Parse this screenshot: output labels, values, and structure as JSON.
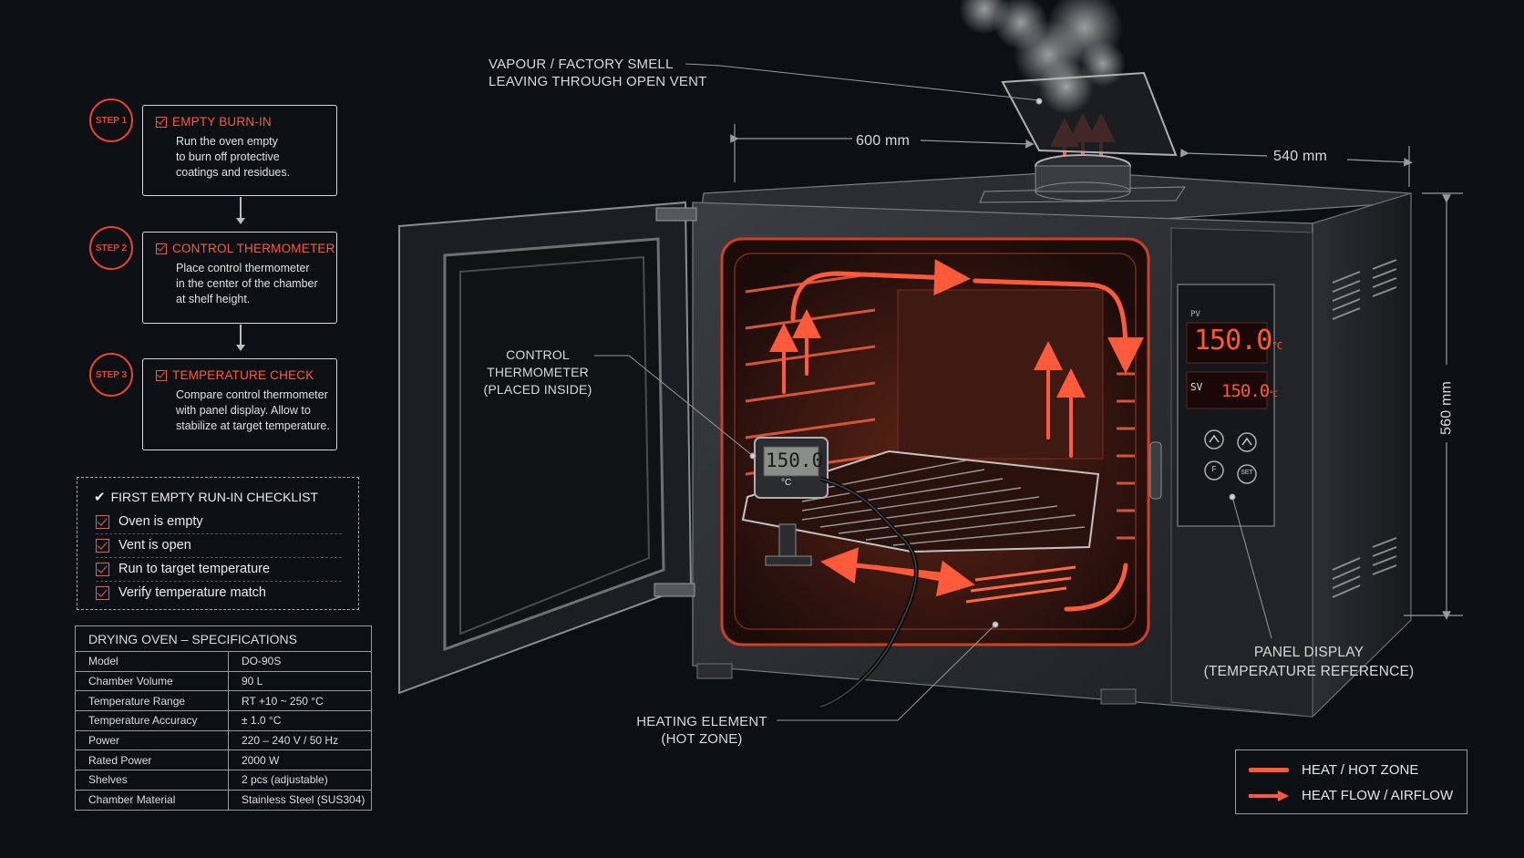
{
  "steps": [
    {
      "badge": "STEP 1",
      "title": "EMPTY BURN-IN",
      "desc": "Run the oven empty\nto burn off protective\ncoatings and residues."
    },
    {
      "badge": "STEP 2",
      "title": "CONTROL THERMOMETER",
      "desc": "Place control thermometer\nin the center of the chamber\nat shelf height."
    },
    {
      "badge": "STEP 3",
      "title": "TEMPERATURE CHECK",
      "desc": "Compare control thermometer\nwith panel display. Allow to\nstabilize at target temperature."
    }
  ],
  "checklist": {
    "title": "FIRST EMPTY RUN-IN CHECKLIST",
    "items": [
      "Oven is empty",
      "Vent is open",
      "Run to target temperature",
      "Verify temperature match"
    ]
  },
  "specs": {
    "title": "DRYING OVEN – SPECIFICATIONS",
    "rows": [
      {
        "k": "Model",
        "v": "DO-90S"
      },
      {
        "k": "Chamber Volume",
        "v": "90 L"
      },
      {
        "k": "Temperature Range",
        "v": "RT +10 ~ 250 °C"
      },
      {
        "k": "Temperature Accuracy",
        "v": "± 1.0 °C"
      },
      {
        "k": "Power",
        "v": "220 – 240 V / 50 Hz"
      },
      {
        "k": "Rated Power",
        "v": "2000 W"
      },
      {
        "k": "Shelves",
        "v": "2 pcs (adjustable)"
      },
      {
        "k": "Chamber Material",
        "v": "Stainless Steel (SUS304)"
      }
    ]
  },
  "labels": {
    "vapour_1": "VAPOUR / FACTORY SMELL",
    "vapour_2": "LEAVING THROUGH OPEN VENT",
    "thermo_1": "CONTROL",
    "thermo_2": "THERMOMETER",
    "thermo_3": "(PLACED INSIDE)",
    "heating_1": "HEATING ELEMENT",
    "heating_2": "(HOT ZONE)",
    "panel_1": "PANEL DISPLAY",
    "panel_2": "(TEMPERATURE REFERENCE)",
    "dim_width": "600 mm",
    "dim_depth": "540 mm",
    "dim_height": "560 mm"
  },
  "panel": {
    "pv_label": "PV",
    "pv_value": "150.0",
    "sv_label": "SV",
    "sv_value": "150.0",
    "unit": "°C",
    "btn_set": "SET",
    "btn_func": "F"
  },
  "thermometer": {
    "value": "150.0",
    "unit": "°C"
  },
  "legend": {
    "heat_zone": "HEAT / HOT ZONE",
    "heat_flow": "HEAT FLOW / AIRFLOW"
  },
  "colors": {
    "accent": "#ff5a3a",
    "background": "#0c1014"
  }
}
